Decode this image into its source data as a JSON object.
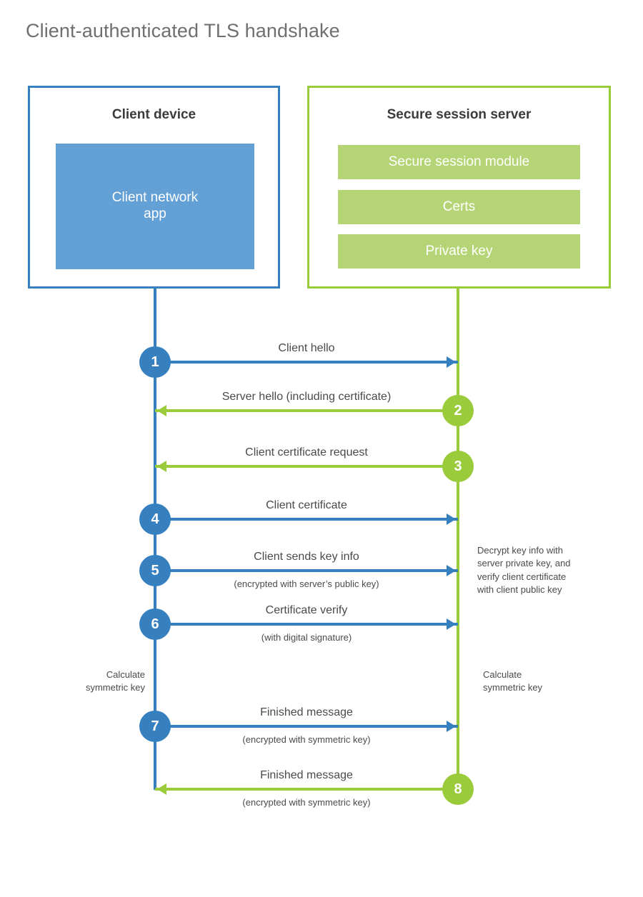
{
  "title": "Client-authenticated TLS handshake",
  "parties": {
    "client": {
      "name": "Client device",
      "border_color": "#3680c0",
      "components": [
        {
          "label": "Client network\napp",
          "color": "#62a0d6"
        }
      ]
    },
    "server": {
      "name": "Secure session server",
      "border_color": "#9acb3b",
      "components": [
        {
          "label": "Secure session module",
          "color": "#b4d475"
        },
        {
          "label": "Certs",
          "color": "#b4d475"
        },
        {
          "label": "Private key",
          "color": "#b4d475"
        }
      ]
    }
  },
  "colors": {
    "blue": "#3680c0",
    "blue_light": "#62a0d6",
    "green": "#9acb3b",
    "green_light": "#b4d475",
    "text": "#4a4a4a",
    "title": "#6e6f71"
  },
  "steps": [
    {
      "number": "1",
      "label": "Client hello",
      "sublabel": "",
      "direction": "client-to-server",
      "color": "blue"
    },
    {
      "number": "2",
      "label": "Server hello (including certificate)",
      "sublabel": "",
      "direction": "server-to-client",
      "color": "green"
    },
    {
      "number": "3",
      "label": "Client certificate request",
      "sublabel": "",
      "direction": "server-to-client",
      "color": "green"
    },
    {
      "number": "4",
      "label": "Client certificate",
      "sublabel": "",
      "direction": "client-to-server",
      "color": "blue"
    },
    {
      "number": "5",
      "label": "Client sends key info",
      "sublabel": "(encrypted with server’s public key)",
      "direction": "client-to-server",
      "color": "blue"
    },
    {
      "number": "6",
      "label": "Certificate verify",
      "sublabel": "(with digital signature)",
      "direction": "client-to-server",
      "color": "blue"
    },
    {
      "number": "7",
      "label": "Finished message",
      "sublabel": "(encrypted with symmetric key)",
      "direction": "client-to-server",
      "color": "blue"
    },
    {
      "number": "8",
      "label": "Finished message",
      "sublabel": "(encrypted with symmetric key)",
      "direction": "server-to-client",
      "color": "green"
    }
  ],
  "annotations": {
    "server_decrypt": "Decrypt key info with\nserver private key, and\nverify client certificate\nwith client public key",
    "client_calculate": "Calculate\nsymmetric key",
    "server_calculate": "Calculate\nsymmetric key"
  }
}
